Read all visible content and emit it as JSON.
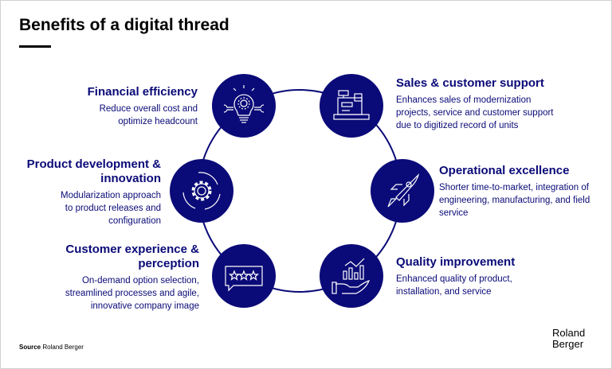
{
  "title": "Benefits of a digital thread",
  "colors": {
    "navy": "#0a0a78",
    "text": "#000000"
  },
  "benefits": [
    {
      "title": "Financial efficiency",
      "description": "Reduce overall cost and optimize headcount",
      "icon": "lightbulb-gear-wrench-icon"
    },
    {
      "title": "Sales & customer support",
      "description": "Enhances sales of modernization projects, service and customer support due to digitized record of units",
      "icon": "cash-register-icon"
    },
    {
      "title": "Product development & innovation",
      "description": "Modularization approach to product releases and configuration",
      "icon": "gear-cycle-icon"
    },
    {
      "title": "Operational excellence",
      "description": "Shorter time-to-market, integration of engineering, manufacturing, and field service",
      "icon": "rocket-icon"
    },
    {
      "title": "Customer experience & perception",
      "description": "On-demand option selection, streamlined processes and agile, innovative company image",
      "icon": "star-rating-chat-icon"
    },
    {
      "title": "Quality improvement",
      "description": "Enhanced quality of product, installation, and service",
      "icon": "hand-chart-icon"
    }
  ],
  "source": {
    "label": "Source",
    "value": "Roland Berger"
  },
  "logo": "Roland Berger"
}
